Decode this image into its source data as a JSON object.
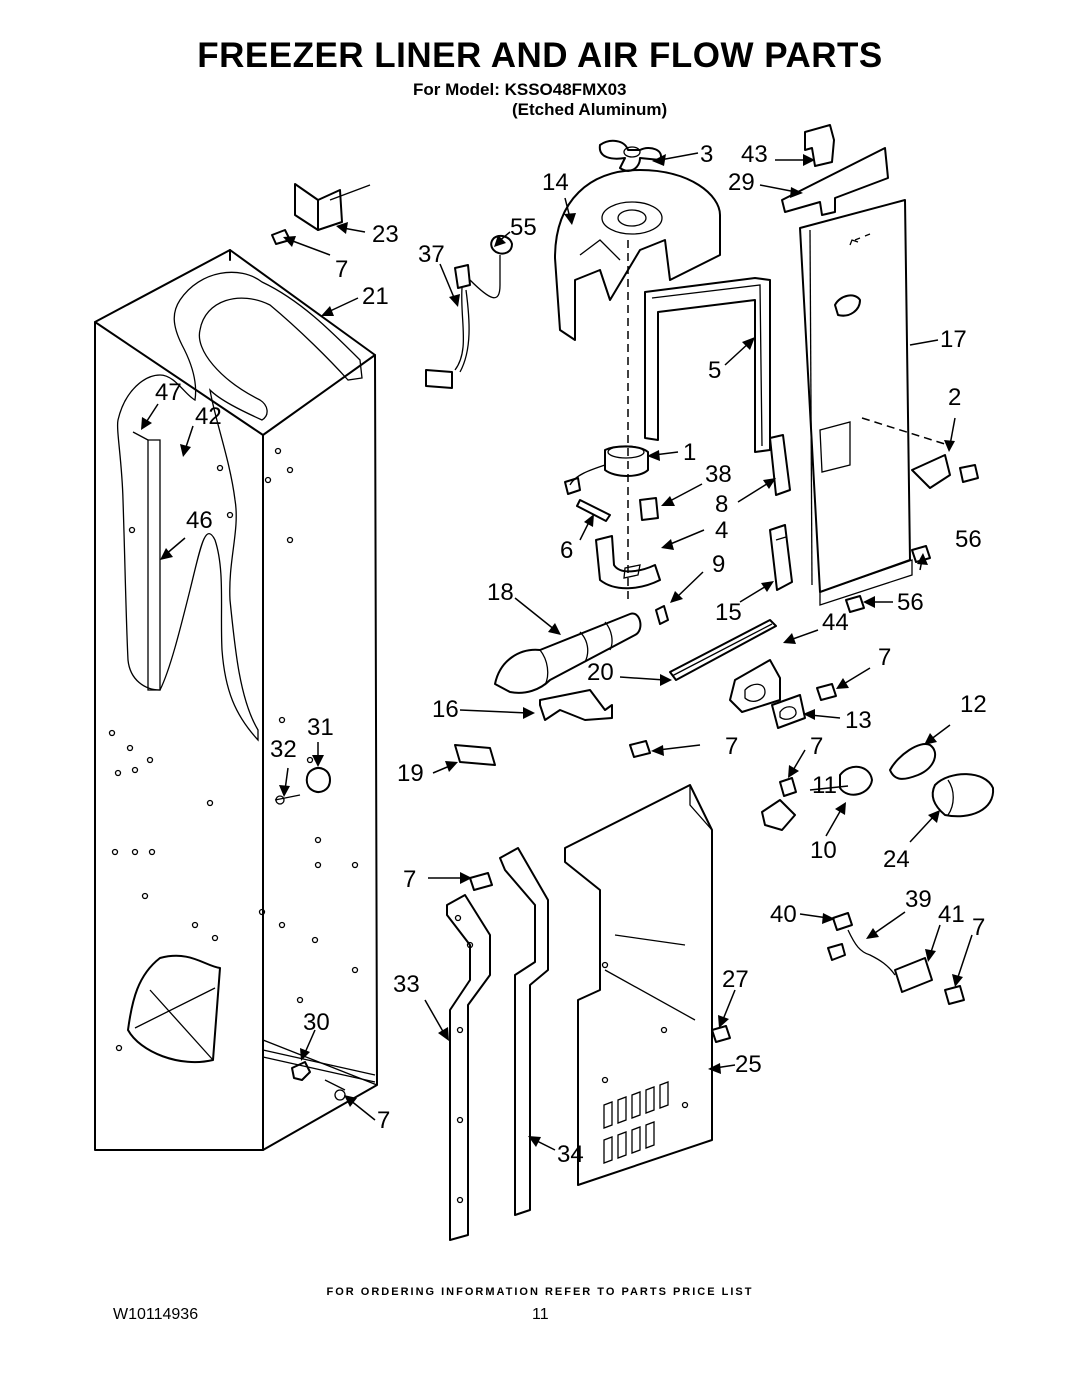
{
  "title": "FREEZER LINER AND AIR FLOW PARTS",
  "model_line": "For Model: KSSO48FMX03",
  "finish_line": "(Etched Aluminum)",
  "part_callouts": [
    "3",
    "43",
    "14",
    "29",
    "23",
    "55",
    "37",
    "7",
    "21",
    "17",
    "5",
    "47",
    "42",
    "2",
    "1",
    "38",
    "8",
    "46",
    "4",
    "56",
    "6",
    "9",
    "18",
    "15",
    "56",
    "44",
    "20",
    "7",
    "16",
    "31",
    "12",
    "32",
    "7",
    "13",
    "7",
    "19",
    "11",
    "10",
    "24",
    "7",
    "39",
    "40",
    "41",
    "7",
    "33",
    "27",
    "30",
    "25",
    "7",
    "34"
  ],
  "footer_note": "FOR ORDERING INFORMATION REFER TO PARTS PRICE LIST",
  "doc_number": "W10114936",
  "page_number": "11"
}
